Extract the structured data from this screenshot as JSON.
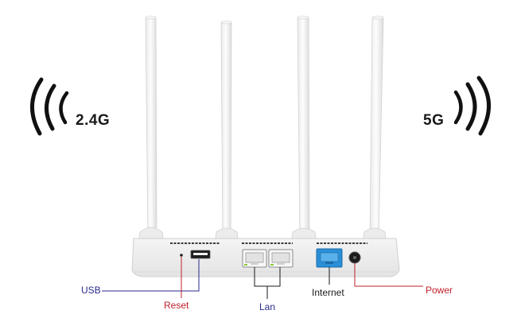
{
  "bands": {
    "left_label": "2.4G",
    "right_label": "5G"
  },
  "callouts": {
    "usb": "USB",
    "reset": "Reset",
    "lan": "Lan",
    "internet": "Internet",
    "power": "Power"
  },
  "colors": {
    "usb_label": "#2a2a8c",
    "reset_label": "#c0202a",
    "lan_label": "#2a2a8c",
    "internet_label": "#1a1a1a",
    "power_label": "#c0202a",
    "usb_line": "#2a2a8c",
    "reset_line": "#c0202a",
    "lan_line": "#1a1a1a",
    "internet_line": "#1a1a1a",
    "power_line": "#c0202a",
    "internet_port": "#2b8fd6"
  },
  "icons": {
    "left_waves": "wifi-signal-left-icon",
    "right_waves": "wifi-signal-right-icon"
  }
}
